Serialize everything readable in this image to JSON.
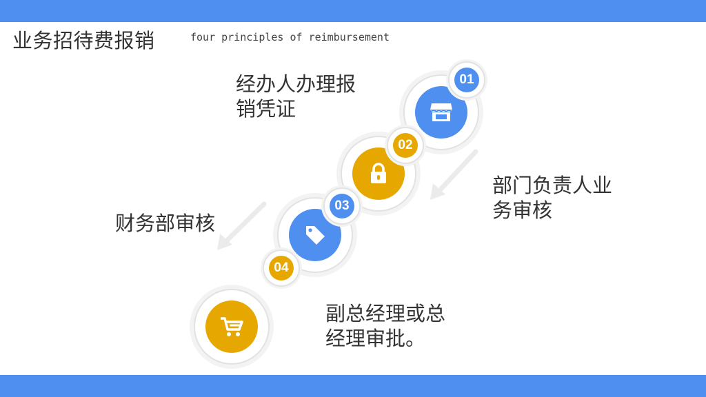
{
  "header": {
    "title": "业务招待费报销",
    "subtitle": "four principles of reimbursement"
  },
  "steps": [
    {
      "number": "01",
      "lines": [
        "经办人办理报",
        "销凭证"
      ],
      "icon": "store-icon",
      "color": "#4f8ff0"
    },
    {
      "number": "02",
      "lines": [
        "部门负责人业",
        "务审核"
      ],
      "icon": "lock-icon",
      "color": "#e6a800"
    },
    {
      "number": "03",
      "lines": [
        "财务部审核"
      ],
      "icon": "tag-icon",
      "color": "#4f8ff0"
    },
    {
      "number": "04",
      "lines": [
        "副总经理或总",
        "经理审批。"
      ],
      "icon": "cart-icon",
      "color": "#e6a800"
    }
  ],
  "colors": {
    "accent_blue": "#4f8ff0",
    "accent_gold": "#e6a800",
    "text": "#333333"
  }
}
